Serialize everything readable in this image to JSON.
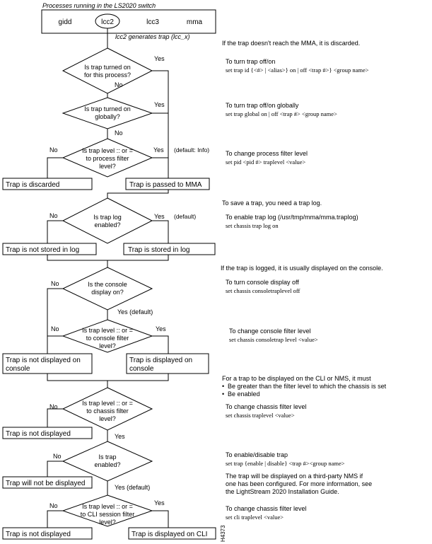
{
  "header": {
    "title": "Processes running in the LS2020 switch",
    "processes": [
      "gidd",
      "lcc2",
      "lcc3",
      "mma"
    ],
    "trap_gen": "lcc2 generates trap (lcc_x)"
  },
  "notes": {
    "n1": "If the trap doesn't reach the MMA, it is discarded.",
    "n2": "To save a trap, you need a trap log.",
    "n3": "If the trap is logged, it is usually displayed on the console.",
    "n4_l1": "For a trap to be displayed on the CLI or NMS, it must",
    "n4_b1": "Be greater than the filter level to which the chassis is set",
    "n4_b2": "Be enabled"
  },
  "decisions": {
    "d1": [
      "Is trap turned on",
      "for this process?"
    ],
    "d2": [
      "Is trap turned on",
      "globally?"
    ],
    "d3": [
      "Is trap level :: or =",
      "to process filter",
      "level?"
    ],
    "d4": [
      "Is trap log",
      "enabled?"
    ],
    "d5": [
      "Is the console",
      "display on?"
    ],
    "d6": [
      "Is trap level :: or =",
      "to console filter",
      "level?"
    ],
    "d7": [
      "Is trap level :: or =",
      "to chassis filter",
      "level?"
    ],
    "d8": [
      "Is trap",
      "enabled?"
    ],
    "d9": [
      "Is trap level :: or =",
      "to CLI session filter",
      "level?"
    ]
  },
  "edges": {
    "yes": "Yes",
    "no": "No",
    "default_info": "(default: Info)",
    "default": "(default)",
    "yes_default": "Yes  (default)"
  },
  "outcomes": {
    "discarded": "Trap is discarded",
    "passed": "Trap is passed to MMA",
    "not_stored": "Trap is not stored in log",
    "stored": "Trap is stored in log",
    "not_displayed_console": [
      "Trap is not displayed on",
      "console"
    ],
    "displayed_console": [
      "Trap is displayed on",
      "console"
    ],
    "not_displayed": "Trap is not displayed",
    "will_not": "Trap will not be displayed",
    "not_displayed_2": "Trap is not displayed",
    "displayed_cli": "Trap is displayed on CLI"
  },
  "commands": {
    "c1_title": "To turn trap off/on",
    "c1_cmd": "set trap id {<#> | <alias>} on | off <trap #>} <group name>",
    "c2_title": "To turn trap off/on globally",
    "c2_cmd": "set trap global on | off <trap #> <group name>",
    "c3_title": "To change process filter level",
    "c3_cmd": "set pid <pid #> traplevel <value>",
    "c4_title": "To enable trap log (/usr/tmp/mma/mma.traplog)",
    "c4_cmd": "set chassis trap log on",
    "c5_title": "To turn console display off",
    "c5_cmd": "set chassis consoletraplevel off",
    "c6_title": "To change console filter level",
    "c6_cmd": "set chassis consoletrap level <value>",
    "c7_title": "To change chassis filter level",
    "c7_cmd": "set chassis traplevel <value>",
    "c8_title": "To enable/disable trap",
    "c8_cmd": "set trap {enable | disable} <trap #><group name>",
    "c8_note1": "The trap will be displayed on a third-party NMS if",
    "c8_note2": "one has been configured. For more information, see",
    "c8_note3": "the LightStream 2020 Installation Guide.",
    "c9_title": "To change chassis filter level",
    "c9_cmd": "set cli traplevel <value>"
  },
  "figure_id": "H4373"
}
